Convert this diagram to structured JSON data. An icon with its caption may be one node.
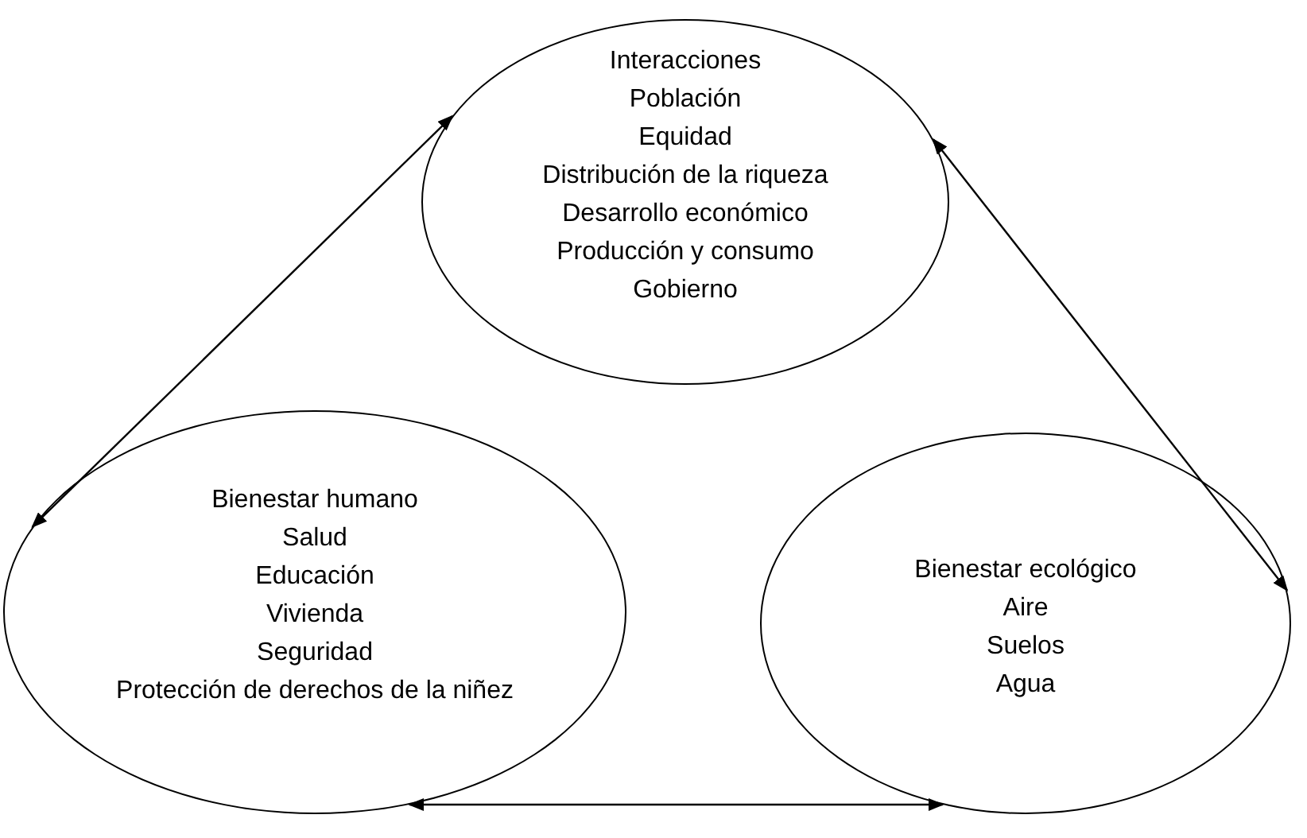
{
  "diagram": {
    "nodes": [
      {
        "text": [
          "Interacciones",
          "Población",
          "Equidad",
          "Distribución de la riqueza",
          "Desarrollo económico",
          "Producción y consumo",
          "Gobierno"
        ]
      },
      {
        "text": [
          "Bienestar humano",
          "Salud",
          "Educación",
          "Vivienda",
          "Seguridad",
          "Protección de derechos de la niñez"
        ]
      },
      {
        "text": [
          "Bienestar ecológico",
          "Aire",
          "Suelos",
          "Agua"
        ]
      }
    ],
    "edges": [
      {
        "from": 0,
        "to": 1,
        "arrow": "both"
      },
      {
        "from": 0,
        "to": 2,
        "arrow": "both"
      },
      {
        "from": 1,
        "to": 2,
        "arrow": "both"
      }
    ]
  }
}
